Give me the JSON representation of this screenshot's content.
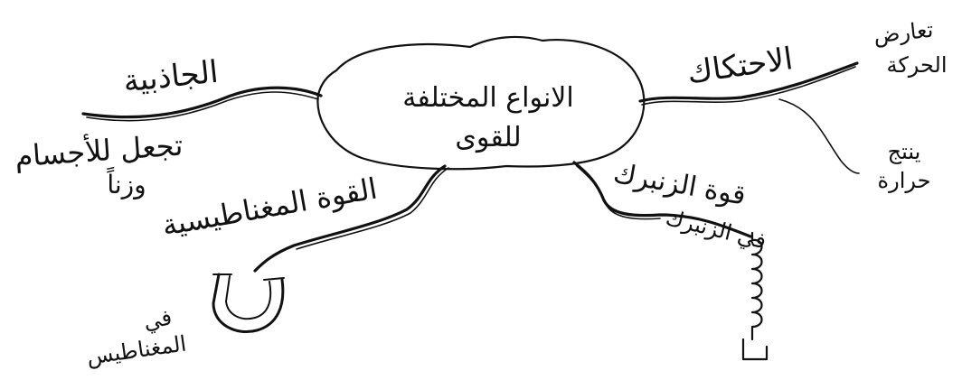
{
  "center": {
    "line1": "الانواع المختلفة",
    "line2": "للقوى"
  },
  "branches": {
    "gravity": {
      "label": "الجاذبية",
      "detail_line1": "تجعل للأجسام",
      "detail_line2": "وزناً"
    },
    "friction": {
      "label": "الاحتكاك",
      "detail_top_line1": "تعارض",
      "detail_top_line2": "الحركة",
      "detail_bottom_line1": "ينتج",
      "detail_bottom_line2": "حرارة"
    },
    "magnetic": {
      "label": "القوة المغناطيسية",
      "detail_line1": "في",
      "detail_line2": "المغناطيس"
    },
    "spring": {
      "label": "قوة الزنبرك",
      "detail": "في الزنبرك"
    }
  },
  "colors": {
    "ink": "#111111",
    "paper": "#ffffff"
  }
}
